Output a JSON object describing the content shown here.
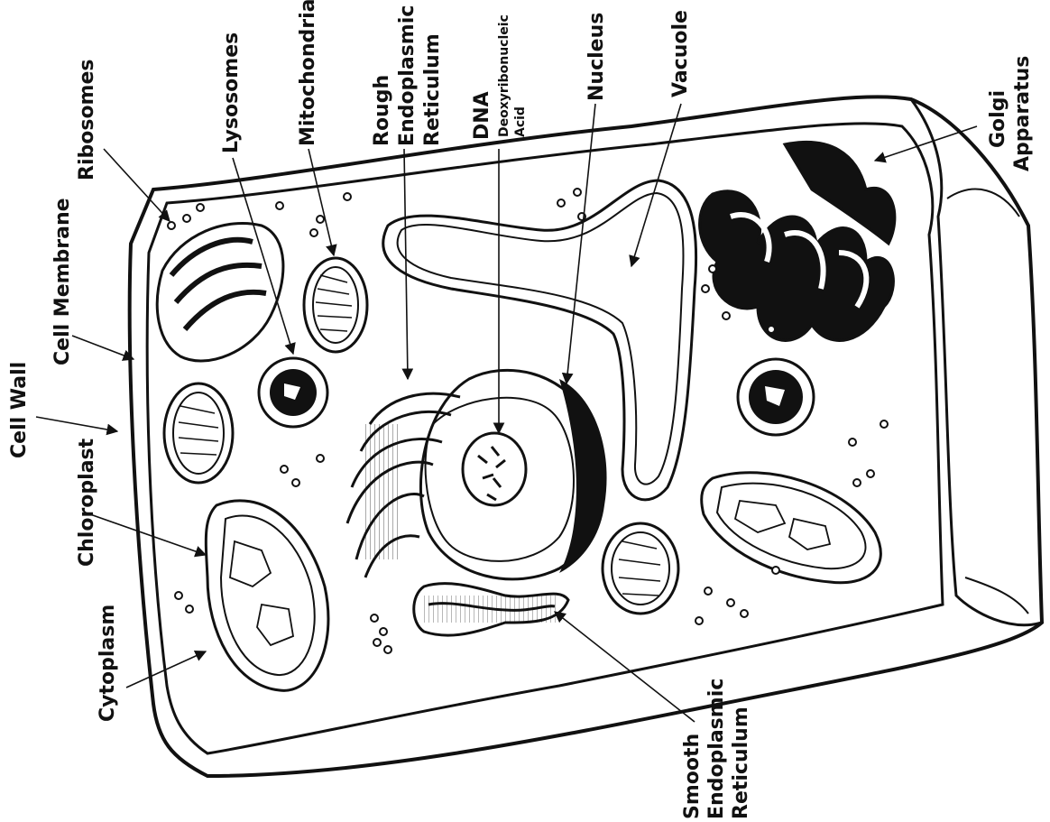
{
  "labels": {
    "cell_wall": "Cell Wall",
    "cell_membrane": "Cell Membrane",
    "ribosomes": "Ribosomes",
    "lysosomes": "Lysosomes",
    "mitochondria": "Mitochondria",
    "rough_er_1": "Rough",
    "rough_er_2": "Endoplasmic",
    "rough_er_3": "Reticulum",
    "dna": "DNA",
    "dna_sub_1": "Deoxyribonucleic",
    "dna_sub_2": "Acid",
    "nucleus": "Nucleus",
    "vacuole": "Vacuole",
    "golgi_1": "Golgi",
    "golgi_2": "Apparatus",
    "chloroplast": "Chloroplast",
    "cytoplasm": "Cytoplasm",
    "smooth_er_1": "Smooth",
    "smooth_er_2": "Endoplasmic",
    "smooth_er_3": "Reticulum"
  },
  "colors": {
    "ink": "#111111",
    "paper": "#ffffff"
  }
}
